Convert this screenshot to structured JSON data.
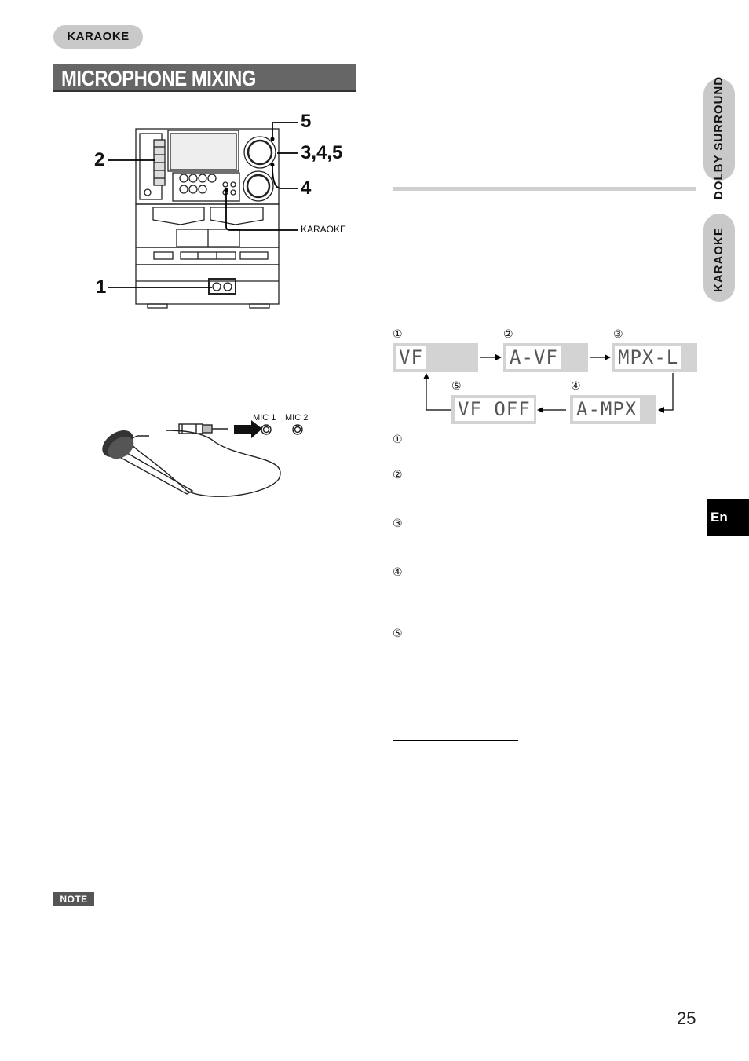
{
  "header": {
    "section_tag": "KARAOKE",
    "title": "MICROPHONE MIXING"
  },
  "side_tabs": {
    "dolby": "DOLBY SURROUND",
    "karaoke": "KARAOKE",
    "language": "En"
  },
  "device_callouts": {
    "c5": "5",
    "c345": "3,4,5",
    "c4": "4",
    "c2": "2",
    "c1": "1",
    "karaoke_label": "KARAOKE"
  },
  "mic_labels": {
    "mic1": "MIC 1",
    "mic2": "MIC 2"
  },
  "display_sequence": [
    {
      "marker": "①",
      "text": "VF"
    },
    {
      "marker": "②",
      "text": "A-VF"
    },
    {
      "marker": "③",
      "text": "MPX-L"
    },
    {
      "marker": "④",
      "text": "A-MPX"
    },
    {
      "marker": "⑤",
      "text": "VF OFF"
    }
  ],
  "list_markers": [
    "①",
    "②",
    "③",
    "④",
    "⑤"
  ],
  "note_label": "NOTE",
  "page_number": "25"
}
